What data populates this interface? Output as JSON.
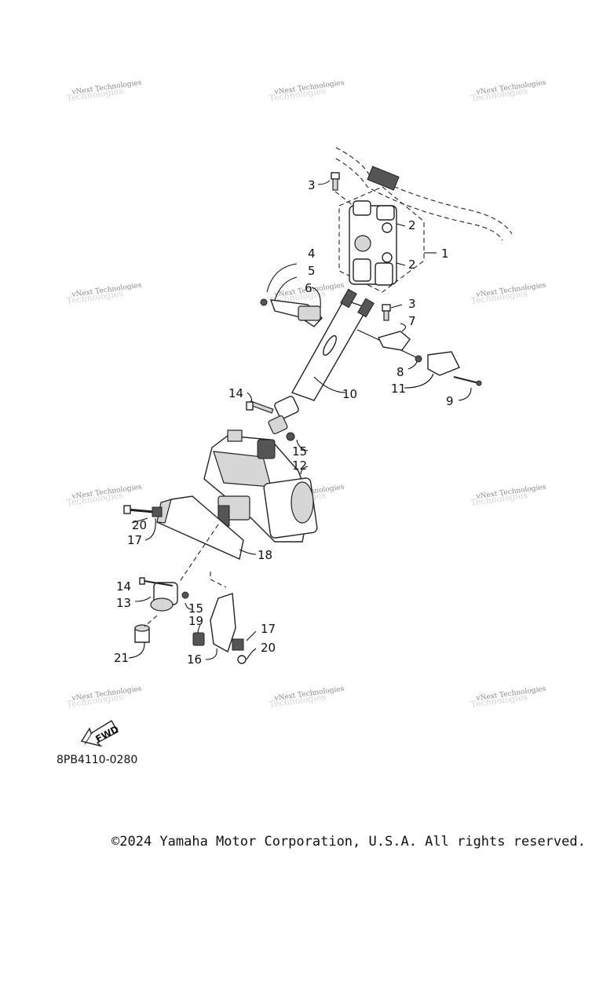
{
  "watermark_text": "vNext Technologies",
  "part_number": "8PB4110-0280",
  "fwd_label": "FWD",
  "copyright": "©2024 Yamaha Motor Corporation, U.S.A. All rights reserved.",
  "callouts": [
    "1",
    "2",
    "2",
    "3",
    "3",
    "4",
    "5",
    "6",
    "7",
    "8",
    "9",
    "10",
    "11",
    "12",
    "14",
    "15",
    "14",
    "13",
    "15",
    "17",
    "19",
    "16",
    "17",
    "20",
    "20",
    "18",
    "21"
  ]
}
